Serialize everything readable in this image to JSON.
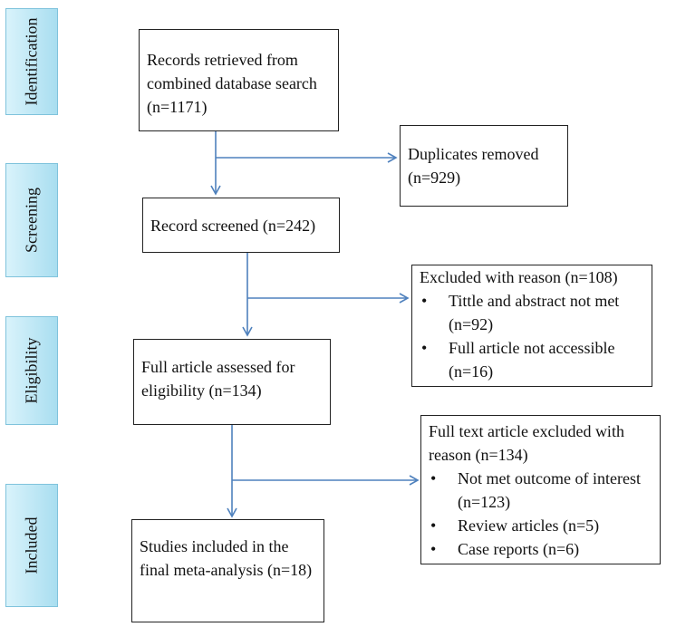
{
  "stages": {
    "identification": "Identification",
    "screening": "Screening",
    "eligibility": "Eligibility",
    "included": "Included"
  },
  "boxes": {
    "records_retrieved": "Records retrieved from combined database search (n=1171)",
    "duplicates_removed": "Duplicates removed (n=929)",
    "record_screened": "Record screened (n=242)",
    "excluded_reason": {
      "title": "Excluded with reason (n=108)",
      "items": [
        "Tittle and abstract not met (n=92)",
        "Full article not accessible (n=16)"
      ]
    },
    "full_article_assessed": "Full article assessed for eligibility (n=134)",
    "full_text_excluded": {
      "title": "Full text article excluded with reason (n=134)",
      "items": [
        "Not met outcome of interest (n=123)",
        "Review articles (n=5)",
        "Case reports (n=6)"
      ]
    },
    "studies_included": "Studies included in the final meta-analysis (n=18)"
  },
  "colors": {
    "arrow": "#4f81bd",
    "stage_fill": "#a9def0",
    "box_border": "#222222"
  }
}
